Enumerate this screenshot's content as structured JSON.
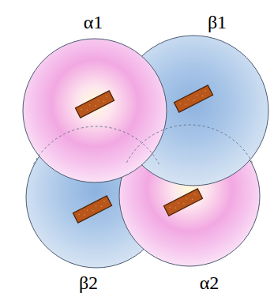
{
  "diagram": {
    "nodes": [
      {
        "text": [
          "α1"
        ]
      },
      {
        "text": [
          "β1"
        ]
      },
      {
        "text": [
          "β2"
        ]
      },
      {
        "text": [
          "α2"
        ]
      }
    ]
  }
}
